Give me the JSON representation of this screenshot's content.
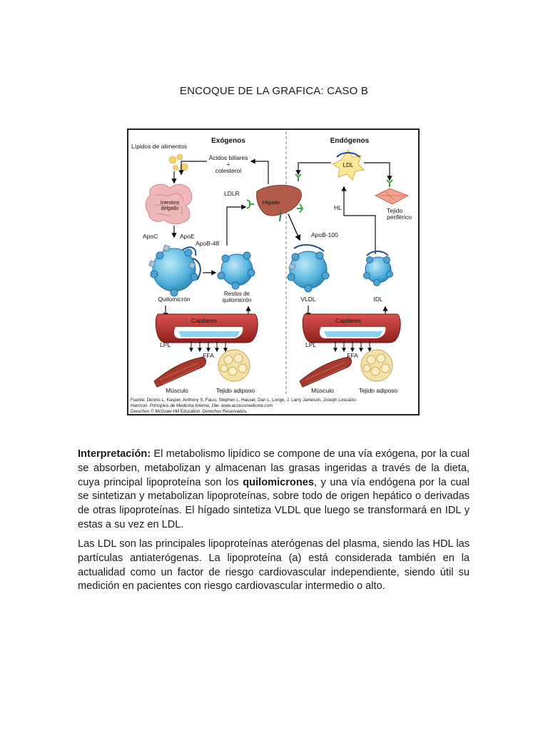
{
  "document": {
    "title": "ENCOQUE DE LA GRAFICA: CASO B",
    "figure": {
      "panel_left": "Exógenos",
      "panel_right": "Endógenos",
      "labels": {
        "lipidos": "Lípidos de alimentos",
        "acidos_1": "Ácidos biliares",
        "acidos_2": "+",
        "acidos_3": "colesterol",
        "ldlr": "LDLR",
        "higado": "Hígado",
        "intestino_1": "Intestino",
        "intestino_2": "delgado",
        "apoc": "ApoC",
        "apoe": "ApoE",
        "apob48": "ApoB-48",
        "quilomicron": "Quilomicrón",
        "restos_1": "Restos de",
        "restos_2": "quilomicrón",
        "capilares": "Capilares",
        "lpl": "LPL",
        "ffa": "FFA",
        "musculo": "Músculo",
        "tejido_adiposo": "Tejido adiposo",
        "ldl": "LDL",
        "hl": "HL",
        "tejido_periferico_1": "Tejido",
        "tejido_periferico_2": "periférico",
        "apob100": "ApoB-100",
        "vldl": "VLDL",
        "idl": "IDL"
      },
      "source_1": "Fuente: Dennis L. Kasper, Anthony S. Fauci, Stephen L. Hauser, Dan L. Longo, J. Larry Jameson, Joseph Loscalzo:",
      "source_2": "Harrison. Principios de Medicina Interna, 19e: www.accessmedicina.com",
      "source_3": "Derechos © McGraw-Hill Education. Derechos Reservados.",
      "colors": {
        "particle": "#5bb8e0",
        "particle_dark": "#1f6fa8",
        "liver": "#b35a4a",
        "vessel": "#c0392b",
        "plasma": "#8fd3ee",
        "receptor": "#3fa34d",
        "lipid": "#f3d36b",
        "ldl_star": "#fbe79a",
        "muscle": "#a33a2c",
        "adipose": "#f5e2a8",
        "intestine": "#f0b8b8"
      }
    },
    "paragraph1": {
      "lead": "Interpretación:",
      "text_a": " El metabolismo lipídico se compone de una vía exógena, por la cual se absorben, metabolizan y almacenan las grasas ingeridas a través de la dieta, cuya principal lipoproteína son los ",
      "keyword": "quilomicrones",
      "text_b": ", y una vía endógena por la cual se sintetizan y metabolizan lipoproteínas, sobre todo de origen hepático o derivadas de otras lipoproteínas. El hígado sintetiza VLDL que luego se transformará en IDL y estas a su vez en LDL."
    },
    "paragraph2": "Las LDL son las principales lipoproteínas aterógenas del plasma, siendo las HDL las partículas antiaterógenas. La lipoproteína (a) está considerada también en la actualidad como un factor de riesgo cardiovascular independiente, siendo útil su medición en pacientes con riesgo cardiovascular intermedio o alto."
  }
}
